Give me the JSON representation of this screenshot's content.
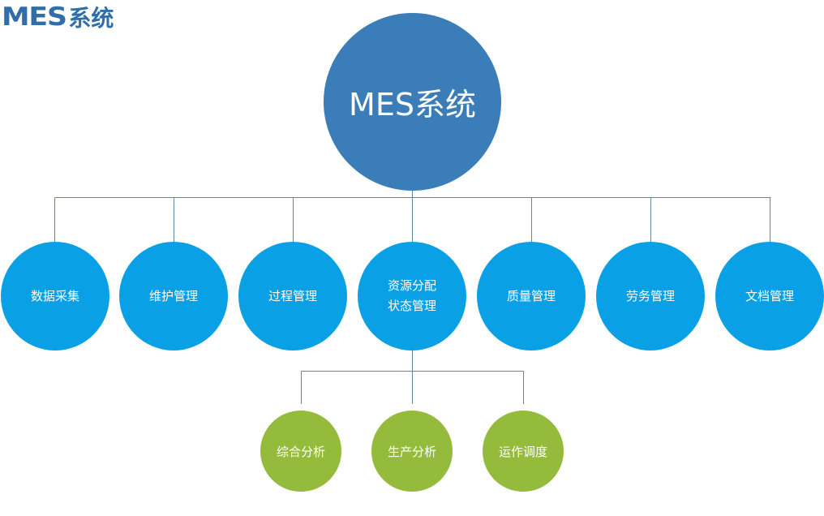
{
  "header": {
    "brand_mes": "MES",
    "brand_cn": "系统"
  },
  "root": {
    "label": "MES系统"
  },
  "level1": [
    {
      "label": "数据采集"
    },
    {
      "label": "维护管理"
    },
    {
      "label": "过程管理"
    },
    {
      "label_line1": "资源分配",
      "label_line2": "状态管理"
    },
    {
      "label": "质量管理"
    },
    {
      "label": "劳务管理"
    },
    {
      "label": "文档管理"
    }
  ],
  "level2": [
    {
      "label": "综合分析"
    },
    {
      "label": "生产分析"
    },
    {
      "label": "运作调度"
    }
  ],
  "colors": {
    "brand": "#2f6ea8",
    "root": "#3a7db8",
    "level1": "#0aa0e6",
    "level2": "#94bb3b",
    "connector": "#5b8aa5"
  }
}
